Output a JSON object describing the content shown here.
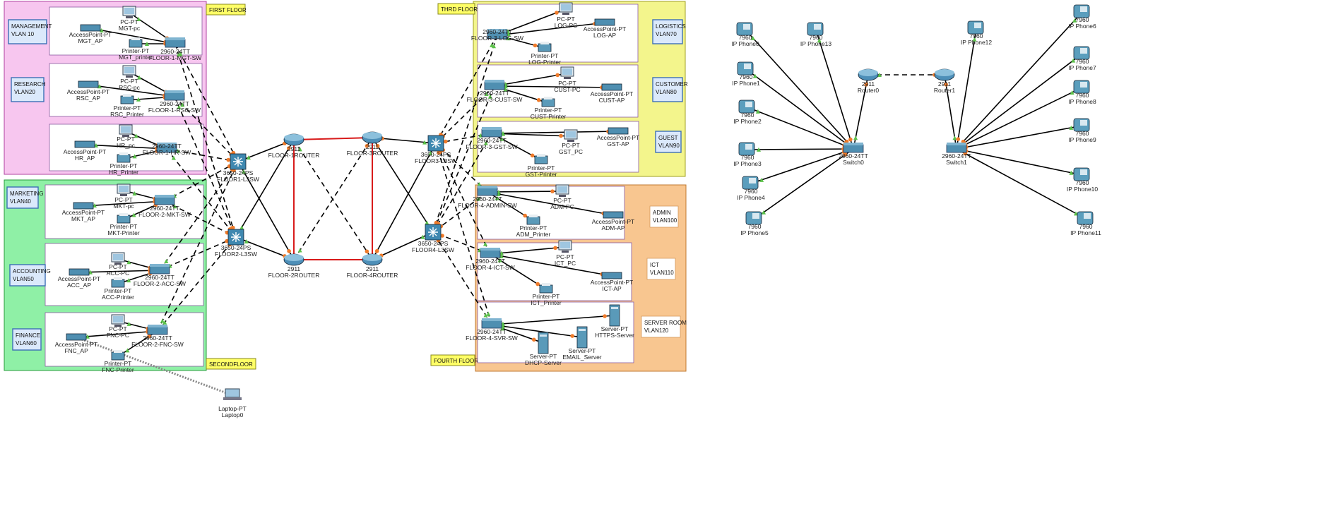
{
  "floors": {
    "first": "FIRST FLOOR",
    "second": "SECONDFLOOR",
    "third": "THRD FLOOR",
    "fourth": "FOURTH FLOOR"
  },
  "vlan_labels": {
    "management": [
      "MANAGEMENT",
      "VLAN 10"
    ],
    "research": [
      "RESEARCH",
      "VLAN20"
    ],
    "marketing": [
      "MARKETING",
      "VLAN40"
    ],
    "accounting": [
      "ACCOUNTING",
      "VLAN50"
    ],
    "finance": [
      "FINANCE",
      "VLAN60"
    ],
    "logistics": [
      "LOGISTICS",
      "VLAN70"
    ],
    "customer": [
      "CUSTOMER",
      "VLAN80"
    ],
    "guest": [
      "GUEST",
      "VLAN90"
    ],
    "admin": [
      "ADMIN",
      "VLAN100"
    ],
    "ict": [
      "ICT",
      "VLAN110"
    ],
    "serverroom": [
      "SERVER ROOM",
      "VLAN120"
    ]
  },
  "devices": {
    "mgt_ap": [
      "AccessPoint-PT",
      "MGT_AP"
    ],
    "mgt_pc": [
      "PC-PT",
      "MGT-pc"
    ],
    "mgt_printer": [
      "Printer-PT",
      "MGT_printer"
    ],
    "mgt_sw": [
      "2960-24TT",
      "FLOOR-1-MGT-SW"
    ],
    "rsc_ap": [
      "AccessPoint-PT",
      "RSC_AP"
    ],
    "rsc_pc": [
      "PC-PT",
      "RSC-pc"
    ],
    "rsc_printer": [
      "Printer-PT",
      "RSC_Printer"
    ],
    "rsc_sw": [
      "2960-24TT",
      "FLOOR-1-RSC-SW"
    ],
    "hr_ap": [
      "AccessPoint-PT",
      "HR_AP"
    ],
    "hr_pc": [
      "PC-PT",
      "HR_pc"
    ],
    "hr_printer": [
      "Printer-PT",
      "HR_Printer"
    ],
    "hr_sw": [
      "2960-24TT",
      "FLOOR-1-HR-SW"
    ],
    "mkt_ap": [
      "AccessPoint-PT",
      "MKT_AP"
    ],
    "mkt_pc": [
      "PC-PT",
      "MKT-pc"
    ],
    "mkt_printer": [
      "Printer-PT",
      "MKT-Printer"
    ],
    "mkt_sw": [
      "2960-24TT",
      "FLOOR-2-MKT-SW"
    ],
    "acc_ap": [
      "AccessPoint-PT",
      "ACC_AP"
    ],
    "acc_pc": [
      "PC-PT",
      "ACC-PC"
    ],
    "acc_printer": [
      "Printer-PT",
      "ACC-Printer"
    ],
    "acc_sw": [
      "2960-24TT",
      "FLOOR-2-ACC-SW"
    ],
    "fnc_ap": [
      "AccessPoint-PT",
      "FNC_AP"
    ],
    "fnc_pc": [
      "PC-PT",
      "FNC-PC"
    ],
    "fnc_printer": [
      "Printer-PT",
      "FNC-Printer"
    ],
    "fnc_sw": [
      "2960-24TT",
      "FLOOR-2-FNC-SW"
    ],
    "laptop": [
      "Laptop-PT",
      "Laptop0"
    ],
    "f1l3": [
      "3650-24PS",
      "FLOOR1-L3SW"
    ],
    "f2l3": [
      "3650-24PS",
      "FLOOR2-L3SW"
    ],
    "f1r": [
      "2911",
      "FLOOR-1ROUTER"
    ],
    "f2r": [
      "2911",
      "FLOOR-2ROUTER"
    ],
    "f3r": [
      "2911",
      "FLOOR-3ROUTER"
    ],
    "f4r": [
      "2911",
      "FLOOR-4ROUTER"
    ],
    "f3l3": [
      "3650-24PS",
      "FLOOR3-L3SW"
    ],
    "f4l3": [
      "3650-24PS",
      "FLOOR4-L3SW"
    ],
    "log_sw": [
      "2960-24TT",
      "FLOOR-3-LOG-SW"
    ],
    "log_pc": [
      "PC-PT",
      "LOG-PC"
    ],
    "log_ap": [
      "AccessPoint-PT",
      "LOG-AP"
    ],
    "log_printer": [
      "Printer-PT",
      "LOG-Printer"
    ],
    "cust_sw": [
      "2960-24TT",
      "FLOOR-3-CUST-SW"
    ],
    "cust_pc": [
      "PC-PT",
      "CUST-PC"
    ],
    "cust_ap": [
      "AccessPoint-PT",
      "CUST-AP"
    ],
    "cust_printer": [
      "Printer-PT",
      "CUST-Printer"
    ],
    "gst_sw": [
      "2960-24TT",
      "FLOOR-3-GST-SW"
    ],
    "gst_pc": [
      "PC-PT",
      "GST_PC"
    ],
    "gst_ap": [
      "AccessPoint-PT",
      "GST-AP"
    ],
    "gst_printer": [
      "Printer-PT",
      "GST-Printer"
    ],
    "adm_sw": [
      "2960-24TT",
      "FLOOR-4-ADMIN-SW"
    ],
    "adm_pc": [
      "PC-PT",
      "ADM-PC"
    ],
    "adm_ap": [
      "AccessPoint-PT",
      "ADM-AP"
    ],
    "adm_printer": [
      "Printer-PT",
      "ADM_Printer"
    ],
    "ict_sw": [
      "2960-24TT",
      "FLOOR-4-ICT-SW"
    ],
    "ict_pc": [
      "PC-PT",
      "ICT_PC"
    ],
    "ict_ap": [
      "AccessPoint-PT",
      "ICT-AP"
    ],
    "ict_printer": [
      "Printer-PT",
      "ICT_Printer"
    ],
    "svr_sw": [
      "2960-24TT",
      "FLOOR-4-SVR-SW"
    ],
    "dhcp": [
      "Server-PT",
      "DHCP-Server"
    ],
    "email": [
      "Server-PT",
      "EMAIL_Server"
    ],
    "https": [
      "Server-PT",
      "HTTPS-Server"
    ],
    "router0": [
      "2911",
      "Router0"
    ],
    "router1": [
      "2911",
      "Router1"
    ],
    "switch0": [
      "2960-24TT",
      "Switch0"
    ],
    "switch1": [
      "2960-24TT",
      "Switch1"
    ],
    "ipphone0": [
      "7960",
      "IP Phone0"
    ],
    "ipphone1": [
      "7960",
      "IP Phone1"
    ],
    "ipphone2": [
      "7960",
      "IP Phone2"
    ],
    "ipphone3": [
      "7960",
      "IP Phone3"
    ],
    "ipphone4": [
      "7960",
      "IP Phone4"
    ],
    "ipphone5": [
      "7960",
      "IP Phone5"
    ],
    "ipphone13": [
      "7960",
      "IP Phone13"
    ],
    "ipphone12": [
      "7960",
      "IP Phone12"
    ],
    "ipphone6": [
      "7960",
      "IP Phone6"
    ],
    "ipphone7": [
      "7960",
      "IP Phone7"
    ],
    "ipphone8": [
      "7960",
      "IP Phone8"
    ],
    "ipphone9": [
      "7960",
      "IP Phone9"
    ],
    "ipphone10": [
      "7960",
      "IP Phone10"
    ],
    "ipphone11": [
      "7960",
      "IP Phone11"
    ]
  },
  "colors": {
    "first_floor": "#f7c6ef",
    "second_floor": "#8ff0a6",
    "third_floor": "#f3f58c",
    "fourth_floor": "#f8c690",
    "floor_tag": "#ffff66",
    "vlan_box": "#dbe9fb",
    "red_link": "#d81b1b",
    "dot": "#f07b2a",
    "arrow": "#5cc14a"
  }
}
